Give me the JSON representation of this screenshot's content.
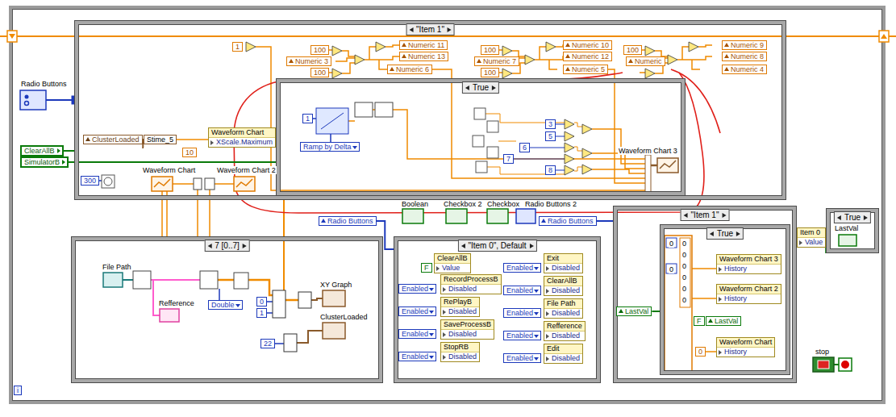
{
  "diagram": {
    "nodes": [
      {
        "text": [
          "\"Item 1\""
        ]
      },
      {
        "text": [
          "True"
        ],
        "in": 0
      },
      {
        "text": [
          "7 [0..7]"
        ]
      },
      {
        "text": [
          "\"Item 0\", Default"
        ]
      },
      {
        "text": [
          "\"Item 1\""
        ]
      },
      {
        "text": [
          "True"
        ],
        "in": 4
      },
      {
        "text": [
          "True"
        ]
      },
      {
        "text": [
          "ClearAllB"
        ]
      },
      {
        "text": [
          "SimulatorB"
        ]
      },
      {
        "text": [
          "i"
        ]
      },
      {
        "text": [
          "1"
        ],
        "in": 0
      },
      {
        "text": [
          "Numeric 3"
        ],
        "in": 0
      },
      {
        "text": [
          "100"
        ],
        "in": 0
      },
      {
        "text": [
          "100"
        ],
        "in": 0
      },
      {
        "text": [
          "Numeric 11"
        ],
        "in": 0
      },
      {
        "text": [
          "Numeric 13"
        ],
        "in": 0
      },
      {
        "text": [
          "Numeric 6"
        ],
        "in": 0
      },
      {
        "text": [
          "100"
        ],
        "in": 0
      },
      {
        "text": [
          "Numeric 7"
        ],
        "in": 0
      },
      {
        "text": [
          "100"
        ],
        "in": 0
      },
      {
        "text": [
          "Numeric 10"
        ],
        "in": 0
      },
      {
        "text": [
          "Numeric 12"
        ],
        "in": 0
      },
      {
        "text": [
          "Numeric 5"
        ],
        "in": 0
      },
      {
        "text": [
          "100"
        ],
        "in": 0
      },
      {
        "text": [
          "Numeric"
        ],
        "in": 0
      },
      {
        "text": [
          "Numeric 9"
        ],
        "in": 0
      },
      {
        "text": [
          "Numeric 8"
        ],
        "in": 0
      },
      {
        "text": [
          "Numeric 4"
        ],
        "in": 0
      },
      {
        "text": [
          "ClusterLoaded"
        ],
        "in": 0
      },
      {
        "text": [
          "Stime_5"
        ],
        "in": 0
      },
      {
        "text": [
          "10"
        ],
        "in": 0
      },
      {
        "text": [
          "Waveform Chart",
          "XScale.Maximum"
        ],
        "in": 0
      },
      {
        "text": [
          "300"
        ],
        "in": 0
      },
      {
        "text": [
          "1"
        ],
        "in": 1
      },
      {
        "text": [
          "Ramp by Delta"
        ],
        "in": 1
      },
      {
        "text": [
          "3"
        ],
        "in": 1
      },
      {
        "text": [
          "5"
        ],
        "in": 1
      },
      {
        "text": [
          "6"
        ],
        "in": 1
      },
      {
        "text": [
          "7"
        ],
        "in": 1
      },
      {
        "text": [
          "8"
        ],
        "in": 1
      },
      {
        "text": [
          "Radio Buttons"
        ]
      },
      {
        "text": [
          "Radio Buttons"
        ]
      },
      {
        "text": [
          "Double"
        ],
        "in": 2
      },
      {
        "text": [
          "0"
        ],
        "in": 2
      },
      {
        "text": [
          "1"
        ],
        "in": 2
      },
      {
        "text": [
          "22"
        ],
        "in": 2
      },
      {
        "text": [
          "F"
        ],
        "in": 3
      },
      {
        "text": [
          "ClearAllB",
          "Value"
        ],
        "in": 3
      },
      {
        "text": [
          "RecordProcessB",
          "Disabled"
        ],
        "in": 3
      },
      {
        "text": [
          "Enabled"
        ],
        "in": 3
      },
      {
        "text": [
          "RePlayB",
          "Disabled"
        ],
        "in": 3
      },
      {
        "text": [
          "Enabled"
        ],
        "in": 3
      },
      {
        "text": [
          "SaveProcessB",
          "Disabled"
        ],
        "in": 3
      },
      {
        "text": [
          "Enabled"
        ],
        "in": 3
      },
      {
        "text": [
          "StopRB",
          "Disabled"
        ],
        "in": 3
      },
      {
        "text": [
          "Enabled"
        ],
        "in": 3
      },
      {
        "text": [
          "Exit",
          "Disabled"
        ],
        "in": 3
      },
      {
        "text": [
          "Enabled"
        ],
        "in": 3
      },
      {
        "text": [
          "ClearAllB",
          "Disabled"
        ],
        "in": 3
      },
      {
        "text": [
          "Enabled"
        ],
        "in": 3
      },
      {
        "text": [
          "File Path",
          "Disabled"
        ],
        "in": 3
      },
      {
        "text": [
          "Enabled"
        ],
        "in": 3
      },
      {
        "text": [
          "Refference",
          "Disabled"
        ],
        "in": 3
      },
      {
        "text": [
          "Enabled"
        ],
        "in": 3
      },
      {
        "text": [
          "Edit",
          "Disabled"
        ],
        "in": 3
      },
      {
        "text": [
          "Enabled"
        ],
        "in": 3
      },
      {
        "text": [
          "LastVal"
        ],
        "in": 4
      },
      {
        "text": [
          "Waveform Chart 3",
          "History"
        ],
        "in": 5
      },
      {
        "text": [
          "Waveform Chart 2",
          "History"
        ],
        "in": 5
      },
      {
        "text": [
          "F"
        ],
        "in": 5
      },
      {
        "text": [
          "LastVal"
        ],
        "in": 5
      },
      {
        "text": [
          "Waveform Chart",
          "History"
        ],
        "in": 5
      },
      {
        "text": [
          "0"
        ],
        "in": 5
      },
      {
        "text": [
          "Item 0",
          "Value"
        ]
      }
    ],
    "edges": [
      {
        "from": 28,
        "to": 29,
        "arrow": "none"
      },
      {
        "from": 40,
        "to": 3,
        "arrow": "none"
      },
      {
        "from": 41,
        "to": 4,
        "arrow": "none"
      },
      {
        "from": 66,
        "to": 5,
        "arrow": "none"
      },
      {
        "from": 73,
        "to": 6,
        "arrow": "none"
      },
      {
        "from": 8,
        "to": 1,
        "arrow": "none"
      },
      {
        "from": 7,
        "to": 0,
        "arrow": "none"
      }
    ],
    "labels": [
      "Radio Buttons",
      "Waveform Chart",
      "Waveform Chart 2",
      "Waveform Chart 3",
      "Boolean",
      "Checkbox 2",
      "Checkbox",
      "Radio Buttons 2",
      "File Path",
      "Refference",
      "XY Graph",
      "ClusterLoaded",
      "0",
      "0",
      "0",
      "0",
      "0",
      "0",
      "0",
      "0",
      "LastVal",
      "stop"
    ]
  }
}
